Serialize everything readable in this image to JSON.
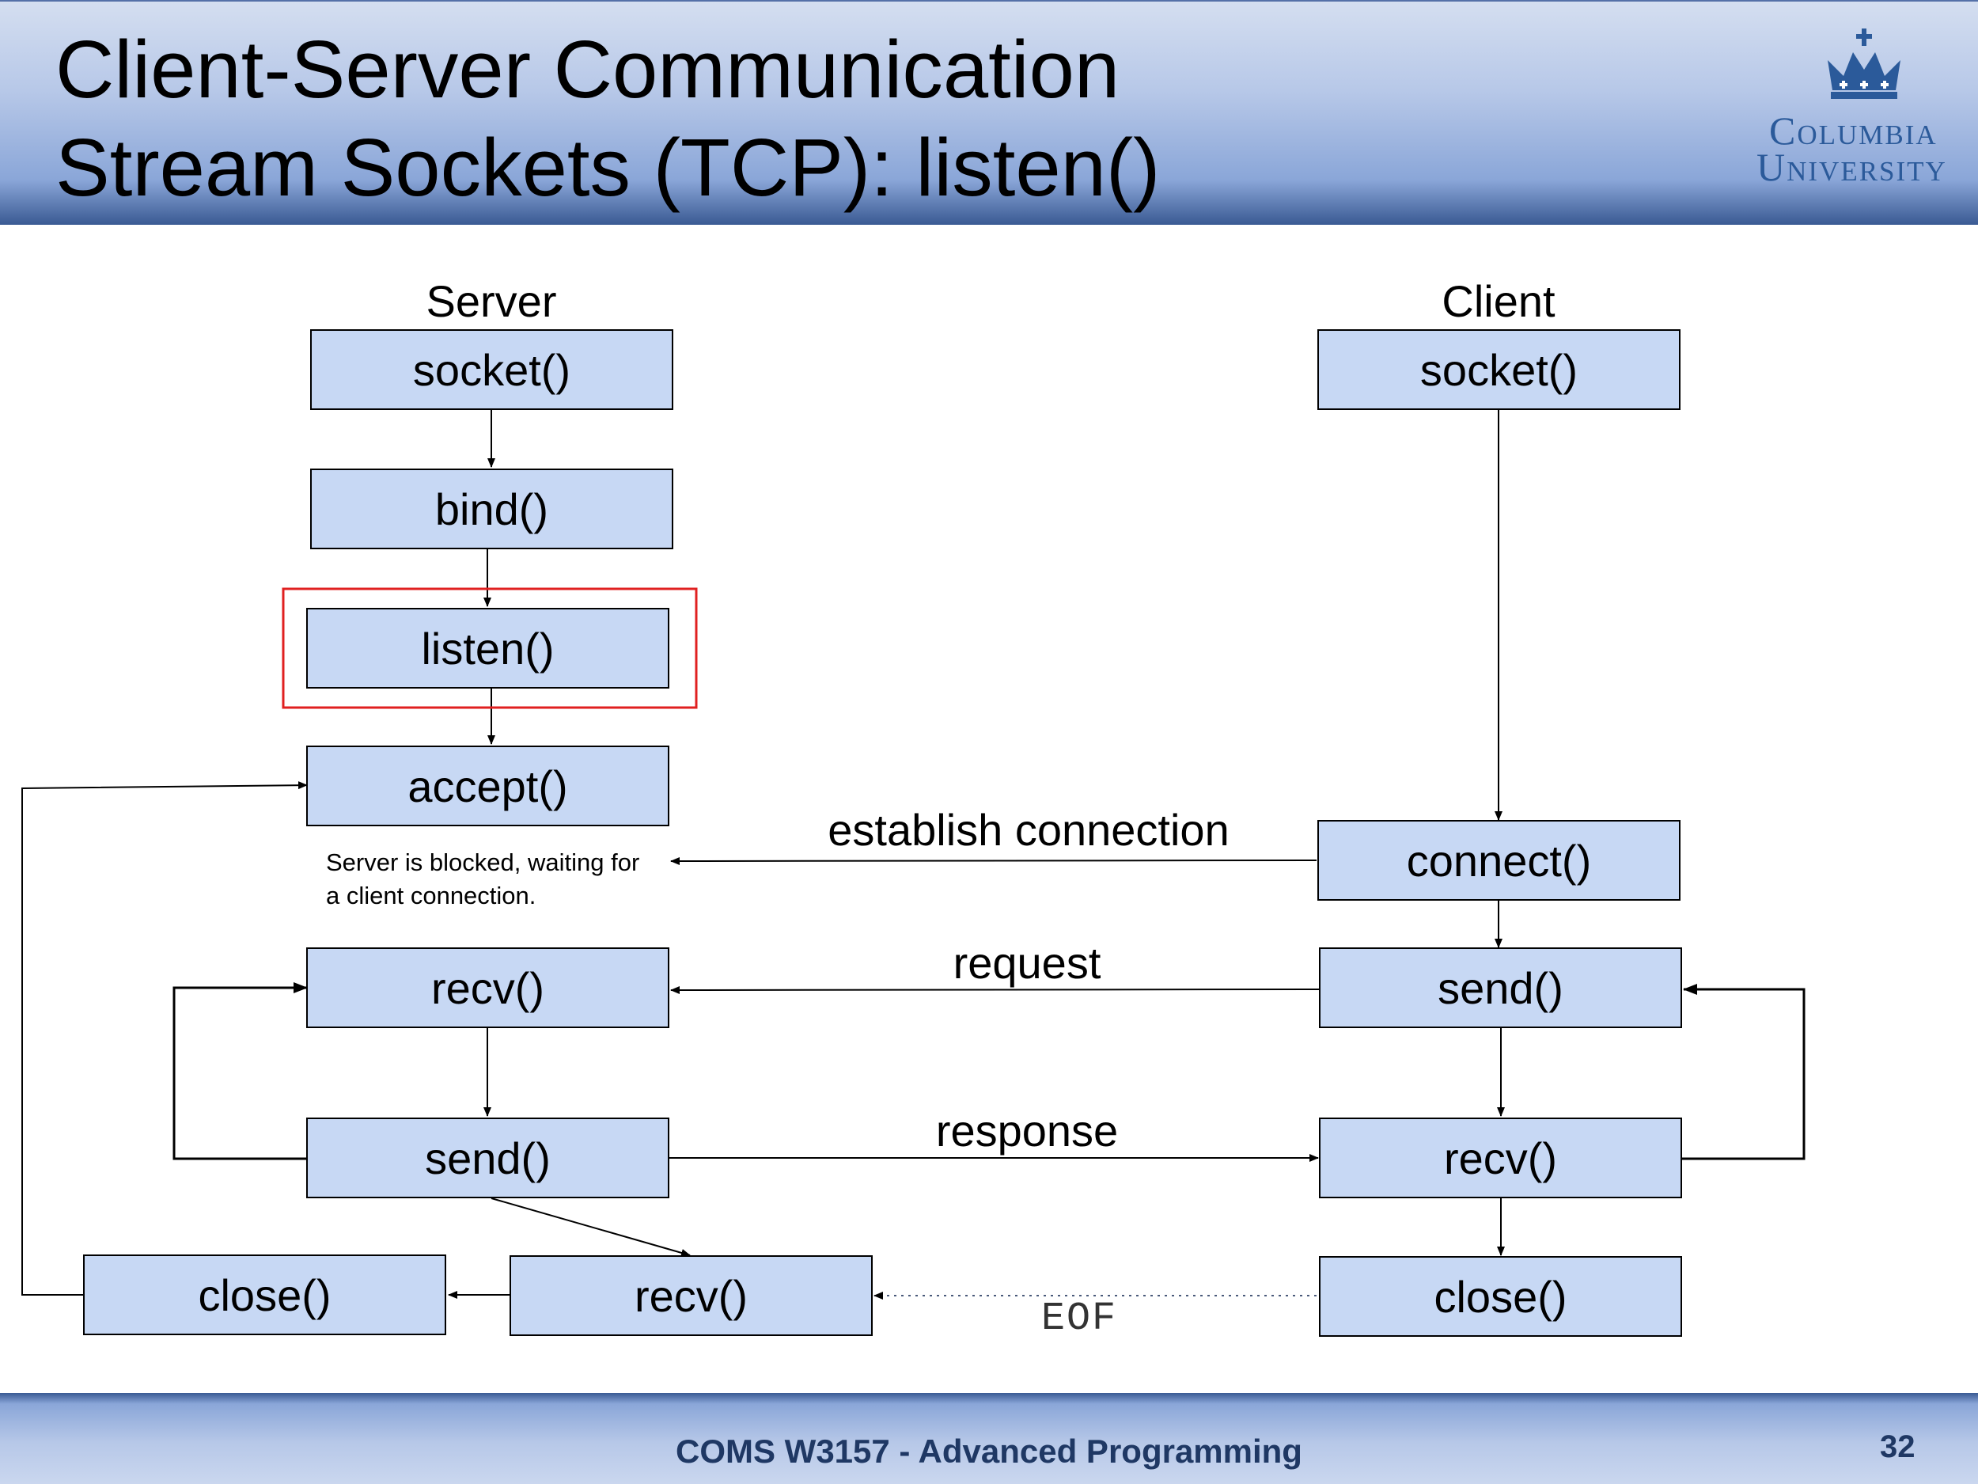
{
  "slide": {
    "title_line1": "Client-Server Communication",
    "title_line2": "Stream Sockets (TCP): listen()",
    "logo_line1": "Columbia",
    "logo_line2": "University",
    "footer": "COMS W3157 - Advanced Programming",
    "page_number": "32"
  },
  "diagram": {
    "server_heading": "Server",
    "client_heading": "Client",
    "server": {
      "socket": "socket()",
      "bind": "bind()",
      "listen": "listen()",
      "accept": "accept()",
      "recv": "recv()",
      "send": "send()",
      "recv_eof": "recv()",
      "close": "close()"
    },
    "client": {
      "socket": "socket()",
      "connect": "connect()",
      "send": "send()",
      "recv": "recv()",
      "close": "close()"
    },
    "edge_labels": {
      "establish": "establish connection",
      "request": "request",
      "response": "response",
      "eof": "EOF"
    },
    "note_line1": "Server is blocked, waiting for",
    "note_line2": "a client connection.",
    "highlight_color": "#e02020",
    "box_fill": "#c7d8f4"
  }
}
